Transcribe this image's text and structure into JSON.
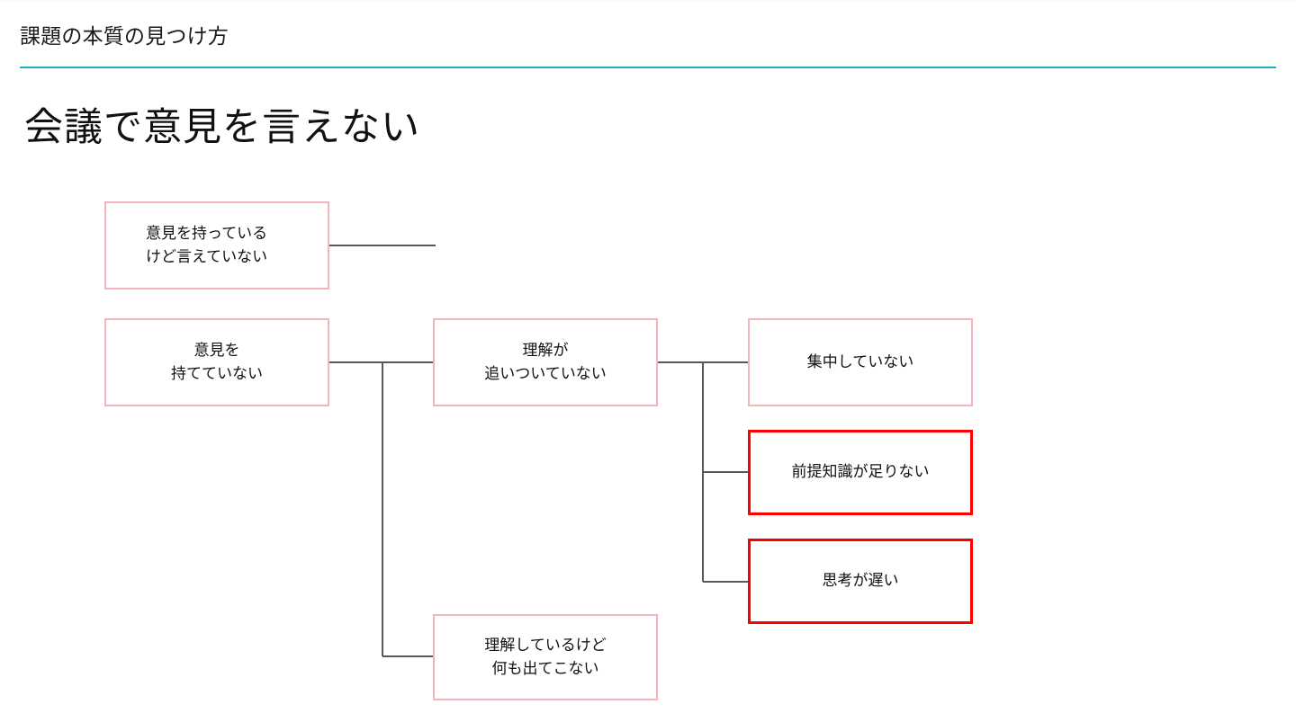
{
  "header": {
    "title": "課題の本質の見つけ方",
    "rule_color": "#1fadc4"
  },
  "heading": {
    "text": "会議で意見を言えない"
  },
  "colors": {
    "pink_border": "#f4b4ba",
    "highlight_border": "#ff0000",
    "connector": "#595959",
    "background": "#ffffff",
    "text": "#111111"
  },
  "diagram": {
    "type": "logic-tree",
    "nodes": [
      {
        "id": "has-opinion",
        "label": "意見を持っている\nけど言えていない",
        "style": "pink",
        "align": "left",
        "column": 1
      },
      {
        "id": "no-opinion",
        "label": "意見を\n持てていない",
        "style": "pink",
        "align": "center",
        "column": 1
      },
      {
        "id": "not-following",
        "label": "理解が\n追いついていない",
        "style": "pink",
        "align": "center",
        "column": 2
      },
      {
        "id": "nothing-comes-up",
        "label": "理解しているけど\n何も出てこない",
        "style": "pink",
        "align": "center",
        "column": 2
      },
      {
        "id": "not-focused",
        "label": "集中していない",
        "style": "pink",
        "align": "center",
        "column": 3
      },
      {
        "id": "lacks-knowledge",
        "label": "前提知識が足りない",
        "style": "highlight",
        "align": "center",
        "column": 3
      },
      {
        "id": "slow-thinking",
        "label": "思考が遅い",
        "style": "highlight",
        "align": "center",
        "column": 3
      }
    ],
    "edges": [
      {
        "from": "has-opinion",
        "to": null
      },
      {
        "from": "no-opinion",
        "to": "not-following"
      },
      {
        "from": "no-opinion",
        "to": "nothing-comes-up"
      },
      {
        "from": "not-following",
        "to": "not-focused"
      },
      {
        "from": "not-following",
        "to": "lacks-knowledge"
      },
      {
        "from": "not-following",
        "to": "slow-thinking"
      }
    ]
  }
}
